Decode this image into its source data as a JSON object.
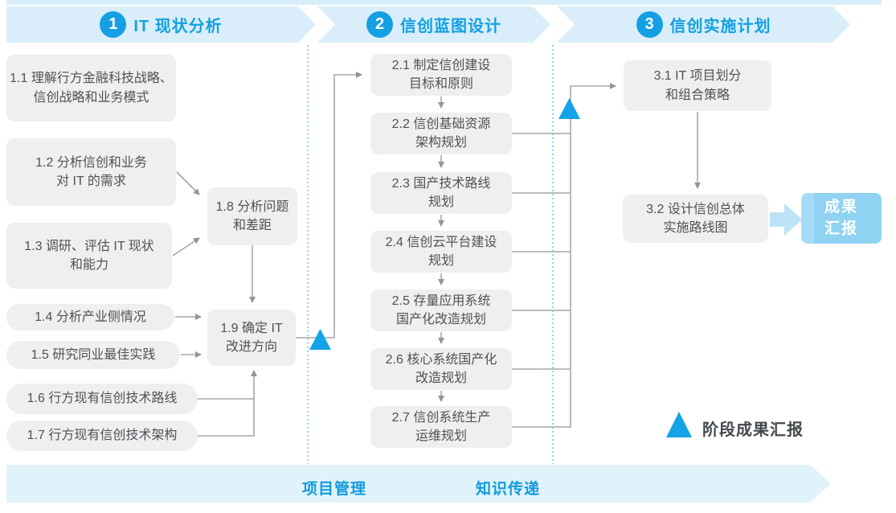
{
  "phases": [
    {
      "number": "1",
      "title": "IT 现状分析"
    },
    {
      "number": "2",
      "title": "信创蓝图设计"
    },
    {
      "number": "3",
      "title": "信创实施计划"
    }
  ],
  "boxes": {
    "p1_1": "1.1 理解行方金融科技战略、\n信创战略和业务模式",
    "p1_2": "1.2 分析信创和业务\n对 IT 的需求",
    "p1_3": "1.3 调研、评估 IT 现状\n和能力",
    "p1_4": "1.4 分析产业侧情况",
    "p1_5": "1.5 研究同业最佳实践",
    "p1_6": "1.6 行方现有信创技术路线",
    "p1_7": "1.7 行方现有信创技术架构",
    "p1_8": "1.8 分析问题\n和差距",
    "p1_9": "1.9 确定 IT\n改进方向",
    "p2_1": "2.1 制定信创建设\n目标和原则",
    "p2_2": "2.2 信创基础资源\n架构规划",
    "p2_3": "2.3 国产技术路线\n规划",
    "p2_4": "2.4 信创云平台建设\n规划",
    "p2_5": "2.5 存量应用系统\n国产化改造规划",
    "p2_6": "2.6 核心系统国产化\n改造规划",
    "p2_7": "2.7 信创系统生产\n运维规划",
    "p3_1": "3.1 IT 项目划分\n和组合策略",
    "p3_2": "3.2 设计信创总体\n实施路线图"
  },
  "result_box": "成果\n汇报",
  "legend": {
    "label": "阶段成果汇报"
  },
  "bottom": {
    "left": "项目管理",
    "right": "知识传递"
  },
  "colors": {
    "accent_blue": "#14a0e2",
    "banner_bg": "#d9eefa",
    "bottom_bg": "#e0f3fb",
    "box_bg": "#efefef",
    "box_text": "#4e5256",
    "connector_gray": "#a0a0a0",
    "milestone_triangle": "#14a3e6",
    "result_box_bg": "#8fd2f2",
    "divider_dotted": "#5fbeeb"
  }
}
